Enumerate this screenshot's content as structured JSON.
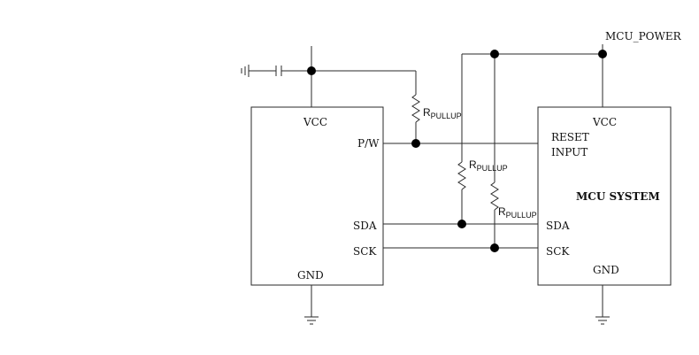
{
  "mcu_power_label": "MCU_POWER",
  "left_chip": {
    "vcc": "VCC",
    "pw": "P/W",
    "sda": "SDA",
    "sck": "SCK",
    "gnd": "GND"
  },
  "mcu": {
    "vcc": "VCC",
    "reset_line1": "RESET",
    "reset_line2": "INPUT",
    "title": "MCU SYSTEM",
    "sda": "SDA",
    "sck": "SCK",
    "gnd": "GND"
  },
  "resistors": [
    {
      "main": "R",
      "sub": "PULLUP"
    },
    {
      "main": "R",
      "sub": "PULLUP"
    },
    {
      "main": "R",
      "sub": "PULLUP"
    }
  ]
}
